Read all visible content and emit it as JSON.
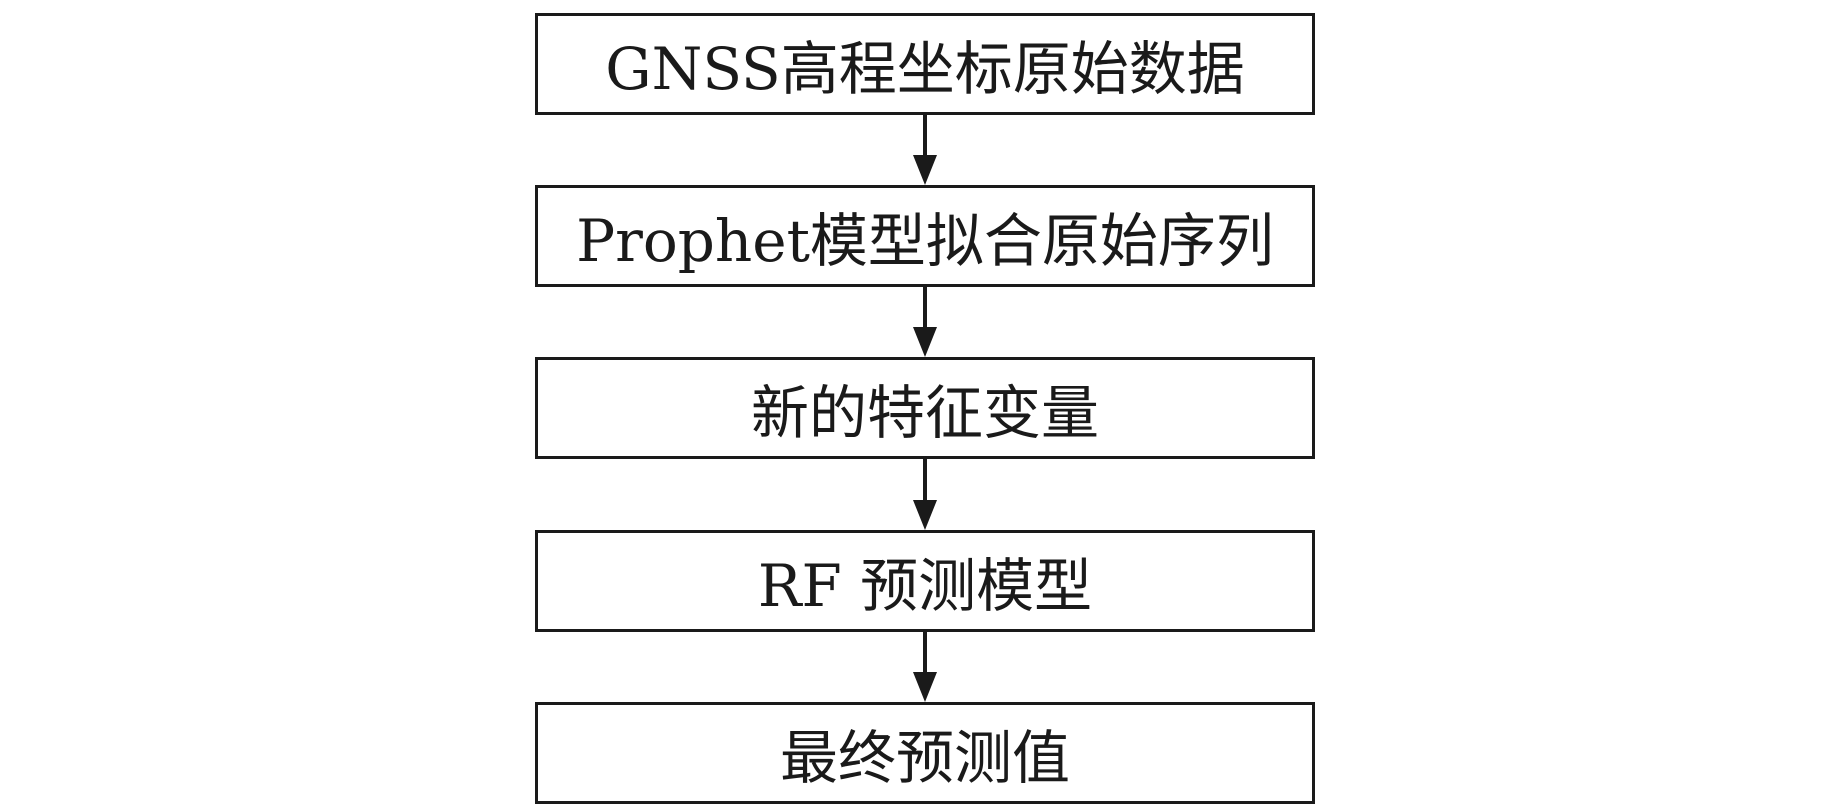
{
  "flowchart": {
    "steps": [
      {
        "label": "GNSS高程坐标原始数据"
      },
      {
        "label": "Prophet模型拟合原始序列"
      },
      {
        "label": "新的特征变量"
      },
      {
        "label": "RF 预测模型"
      },
      {
        "label": "最终预测值"
      }
    ],
    "colors": {
      "stroke": "#1a1a1a",
      "background": "#ffffff"
    }
  }
}
